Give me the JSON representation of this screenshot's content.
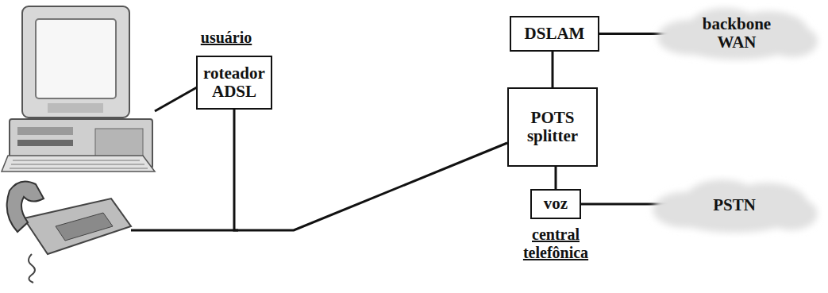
{
  "diagram": {
    "nodes": [
      {
        "text": [
          "roteador ADSL"
        ]
      },
      {
        "text": [
          "DSLAM"
        ]
      },
      {
        "text": [
          "backbone WAN"
        ]
      },
      {
        "text": [
          "POTS splitter"
        ]
      },
      {
        "text": [
          "voz"
        ]
      },
      {
        "text": [
          "PSTN"
        ]
      }
    ],
    "edges": [
      {
        "from": 0,
        "to": 3,
        "arrow": "none"
      },
      {
        "from": 1,
        "to": 3,
        "arrow": "none"
      },
      {
        "from": 1,
        "to": 2,
        "arrow": "none"
      },
      {
        "from": 3,
        "to": 4,
        "arrow": "none"
      },
      {
        "from": 4,
        "to": 5,
        "arrow": "none"
      }
    ],
    "labels": [
      "usuário",
      "central telefônica"
    ]
  }
}
